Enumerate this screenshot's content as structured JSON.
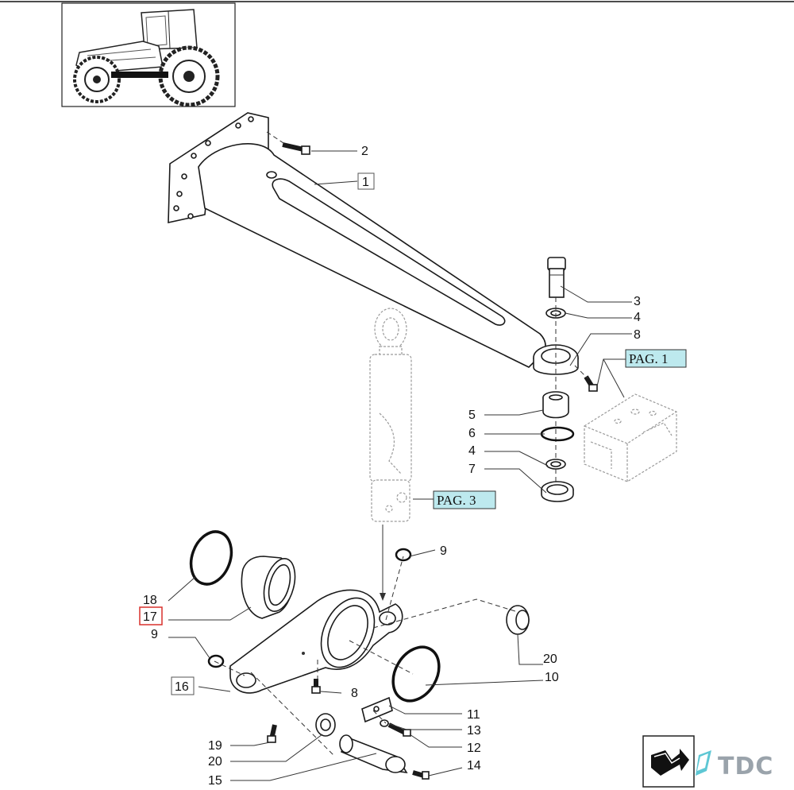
{
  "callouts": {
    "c2": "2",
    "c1": "1",
    "c3": "3",
    "c4a": "4",
    "c8a": "8",
    "c5": "5",
    "c6": "6",
    "c4b": "4",
    "c7": "7",
    "c9a": "9",
    "c18": "18",
    "c17": "17",
    "c9b": "9",
    "c20a": "20",
    "c10": "10",
    "c16": "16",
    "c8b": "8",
    "c11": "11",
    "c13": "13",
    "c12": "12",
    "c19": "19",
    "c20b": "20",
    "c14": "14",
    "c15": "15"
  },
  "refs": {
    "pag1": "PAG. 1",
    "pag3": "PAG. 3"
  },
  "logo": {
    "text": "TDC"
  },
  "colors": {
    "pag_fill": "#bde9ee",
    "highlight_box": "#d9302c",
    "logo_text": "#9aa3ab"
  }
}
